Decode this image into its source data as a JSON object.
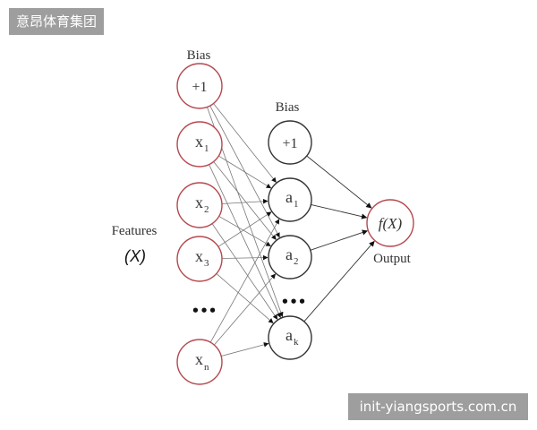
{
  "watermark_top": "意昂体育集团",
  "watermark_bottom": "init-yiangsports.com.cn",
  "labels": {
    "bias_input": "Bias",
    "bias_hidden": "Bias",
    "features": "Features",
    "features_symbol": "(X)",
    "output": "Output",
    "input_ellipsis": "•••",
    "hidden_ellipsis": "•••"
  },
  "input_nodes": [
    {
      "main": "+1",
      "sub": ""
    },
    {
      "main": "x",
      "sub": "1"
    },
    {
      "main": "x",
      "sub": "2"
    },
    {
      "main": "x",
      "sub": "3"
    },
    {
      "main": "x",
      "sub": "n"
    }
  ],
  "hidden_nodes": [
    {
      "main": "+1",
      "sub": ""
    },
    {
      "main": "a",
      "sub": "1"
    },
    {
      "main": "a",
      "sub": "2"
    },
    {
      "main": "a",
      "sub": "k"
    }
  ],
  "output_node": {
    "text": "f(X)"
  },
  "colors": {
    "input_stroke": "#b5484e",
    "hidden_stroke": "#333333",
    "edge": "#777777"
  }
}
